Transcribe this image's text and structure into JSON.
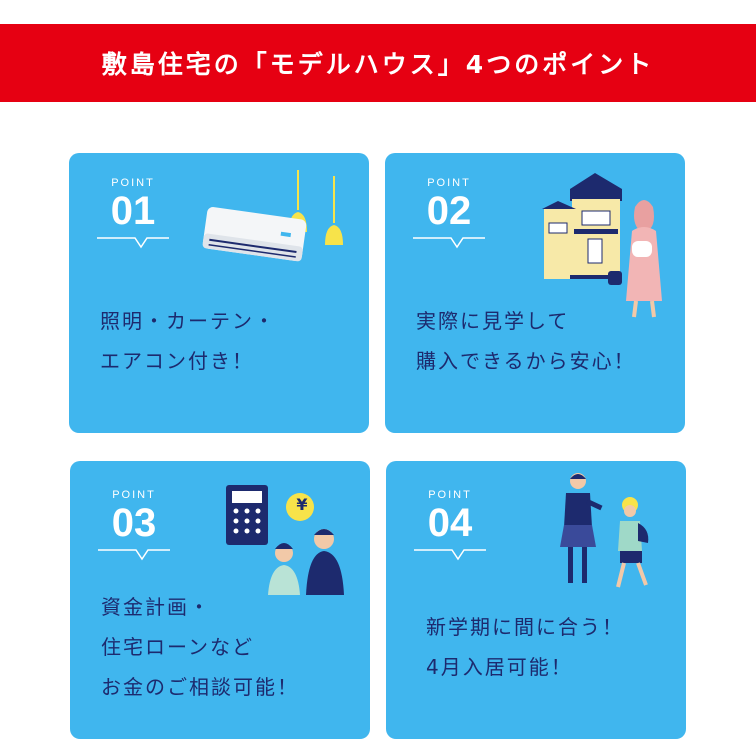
{
  "banner": {
    "title": "敷島住宅の「モデルハウス」4つのポイント"
  },
  "colors": {
    "banner_red": "#e60012",
    "card_blue": "#40b6ee",
    "text_navy": "#1d2a6e"
  },
  "cards": [
    {
      "point_label": "POINT",
      "number": "01",
      "lines": [
        "照明・カーテン・",
        "エアコン付き！"
      ],
      "illustration": "air-conditioner-and-lamps"
    },
    {
      "point_label": "POINT",
      "number": "02",
      "lines": [
        "実際に見学して",
        "購入できるから安心！"
      ],
      "illustration": "house-and-woman"
    },
    {
      "point_label": "POINT",
      "number": "03",
      "lines": [
        "資金計画・",
        "住宅ローンなど",
        "お金のご相談可能！"
      ],
      "illustration": "calculator-yen-and-couple",
      "yen_symbol": "¥"
    },
    {
      "point_label": "POINT",
      "number": "04",
      "lines": [
        "新学期に間に合う！",
        "4月入居可能！"
      ],
      "illustration": "students-walking"
    }
  ]
}
